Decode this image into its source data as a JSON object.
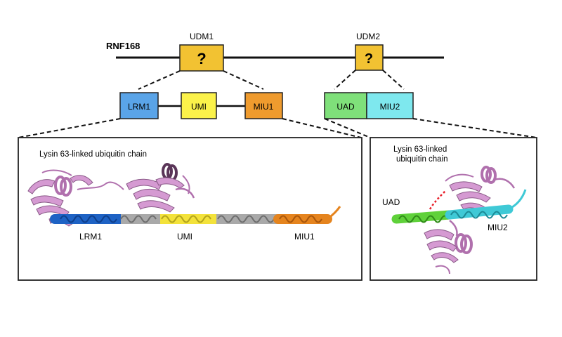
{
  "protein": {
    "name": "RNF168"
  },
  "udm1": {
    "label": "UDM1",
    "box_text": "?",
    "color": "#f2c232",
    "domains": [
      {
        "label": "LRM1",
        "color": "#5aa4e8"
      },
      {
        "label": "UMI",
        "color": "#fbf24a"
      },
      {
        "label": "MIU1",
        "color": "#ef9b2e"
      }
    ]
  },
  "udm2": {
    "label": "UDM2",
    "box_text": "?",
    "color": "#f2c232",
    "domains": [
      {
        "label": "UAD",
        "color": "#7fe07a"
      },
      {
        "label": "MIU2",
        "color": "#7ee8ee"
      }
    ]
  },
  "panel_left": {
    "title": "Lysin 63-linked ubiquitin chain",
    "labels": {
      "lrm1": "LRM1",
      "umi": "UMI",
      "miu1": "MIU1"
    }
  },
  "panel_right": {
    "title_line1": "Lysin 63-linked",
    "title_line2": "ubiquitin chain",
    "labels": {
      "uad": "UAD",
      "miu2": "MIU2"
    }
  },
  "colors": {
    "ubiquitin": "#d59ad2",
    "ubiquitin_edge": "#8a5a88",
    "helix_gray": "#a9a9a9",
    "lrm1": "#2f7fe0",
    "umi": "#f3e23a",
    "miu1": "#e5841e",
    "uad": "#5fd13a",
    "miu2": "#3fc9d6",
    "link_red": "#e8202a"
  }
}
